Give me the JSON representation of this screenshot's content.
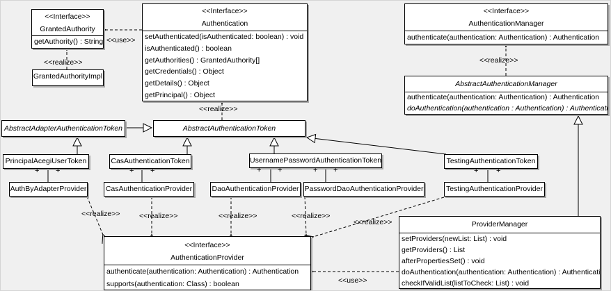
{
  "labels": {
    "use": "<<use>>",
    "realize": "<<realize>>",
    "plus": "+"
  },
  "classes": {
    "granted_authority": {
      "stereotype": "<<Interface>>",
      "name": "GrantedAuthority",
      "methods": [
        "getAuthority() : String"
      ]
    },
    "granted_authority_impl": {
      "name": "GrantedAuthorityImpl"
    },
    "authentication": {
      "stereotype": "<<Interface>>",
      "name": "Authentication",
      "methods": [
        "setAuthenticated(isAuthenticated: boolean) : void",
        "isAuthenticated() : boolean",
        "getAuthorities() : GrantedAuthority[]",
        "getCredentials() : Object",
        "getDetails() : Object",
        "getPrincipal() : Object"
      ]
    },
    "authentication_manager": {
      "stereotype": "<<Interface>>",
      "name": "AuthenticationManager",
      "methods": [
        "authenticate(authentication: Authentication) : Authentication"
      ]
    },
    "abstract_authentication_manager": {
      "name": "AbstractAuthenticationManager",
      "methods": [
        "authenticate(authentication: Authentication) : Authentication",
        "doAuthentication(authentication : Authentication) : Authentication"
      ]
    },
    "abstract_adapter_authentication_token": {
      "name": "AbstractAdapterAuthenticationToken"
    },
    "abstract_authentication_token": {
      "name": "AbstractAuthenticationToken"
    },
    "principal_acegi_user_token": {
      "name": "PrincipalAcegiUserToken"
    },
    "cas_authentication_token": {
      "name": "CasAuthenticationToken"
    },
    "username_password_authentication_token": {
      "name": "UsernamePasswordAuthenticationToken"
    },
    "testing_authentication_token": {
      "name": "TestingAuthenticationToken"
    },
    "auth_by_adapter_provider": {
      "name": "AuthByAdapterProvider"
    },
    "cas_authentication_provider": {
      "name": "CasAuthenticationProvider"
    },
    "dao_authentication_provider": {
      "name": "DaoAuthenticationProvider"
    },
    "password_dao_authentication_provider": {
      "name": "PasswordDaoAuthenticationProvider"
    },
    "testing_authentication_provider": {
      "name": "TestingAuthenticationProvider"
    },
    "authentication_provider": {
      "stereotype": "<<Interface>>",
      "name": "AuthenticationProvider",
      "methods": [
        "authenticate(authentication: Authentication) : Authentication",
        "supports(authentication: Class) : boolean"
      ]
    },
    "provider_manager": {
      "name": "ProviderManager",
      "methods": [
        "setProviders(newList: List) : void",
        "getProviders() : List",
        "afterPropertiesSet() : void",
        "doAuthentication(authentication: Authentication) : Authentication",
        "checkIfValidList(listToCheck: List) : void"
      ]
    }
  },
  "colors": {
    "background": "#f0f0f0",
    "box_fill": "#ffffff",
    "line": "#000000",
    "shadow": "#a8a8a8"
  }
}
